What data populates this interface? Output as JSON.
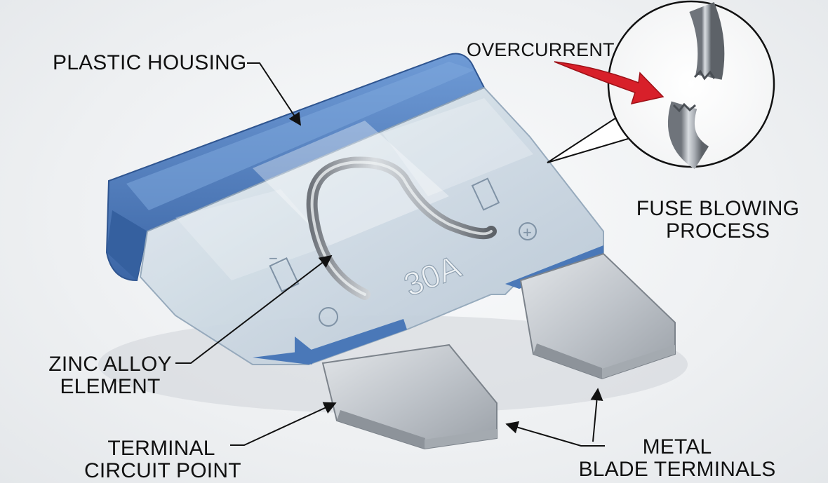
{
  "diagram": {
    "labels": {
      "plastic_housing": "PLASTIC HOUSING",
      "overcurrent": "OVERCURRENT",
      "fuse_blowing_line1": "FUSE BLOWING",
      "fuse_blowing_line2": "PROCESS",
      "zinc_alloy_line1": "ZINC ALLOY",
      "zinc_alloy_line2": "ELEMENT",
      "terminal_line1": "TERMINAL",
      "terminal_line2": "CIRCUIT POINT",
      "metal_blade_line1": "METAL",
      "metal_blade_line2": "BLADE TERMINALS"
    },
    "fuse_marking": "30A",
    "polarity_minus": "−",
    "polarity_plus": "+",
    "colors": {
      "housing_blue": "#4a78b8",
      "clear_plastic": "#c9d6e2",
      "metal": "#b9bec4",
      "arrow_red": "#d8202a"
    }
  }
}
